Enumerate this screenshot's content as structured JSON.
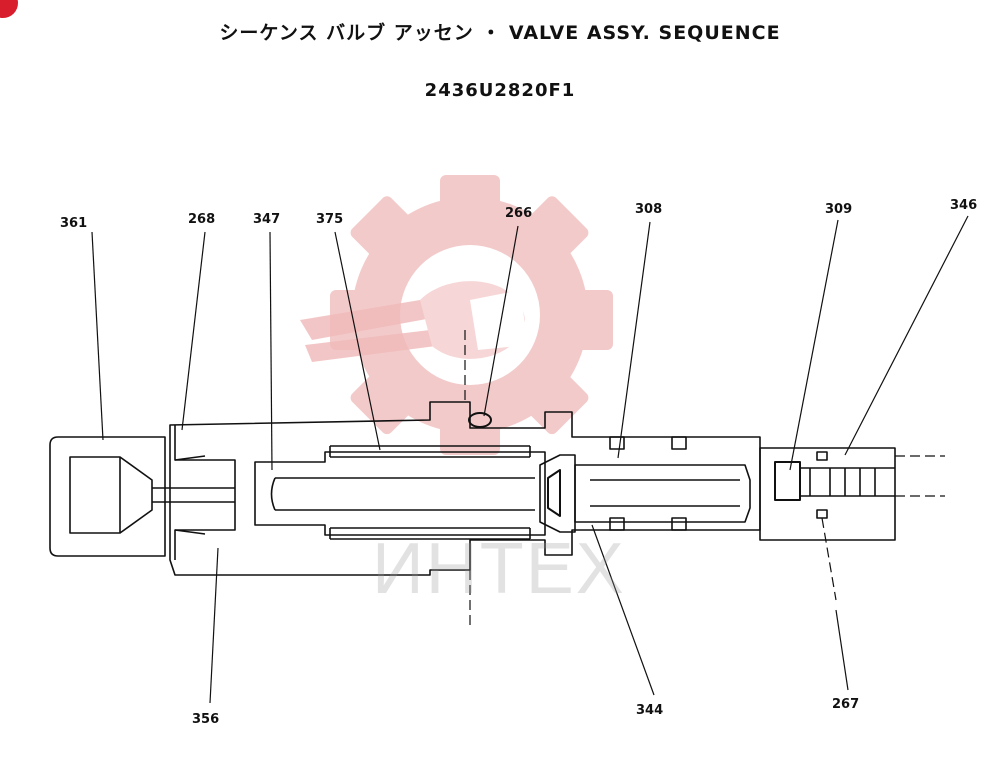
{
  "page": {
    "title": "シーケンス バルブ アッセン ・ VALVE ASSY. SEQUENCE",
    "part_number": "2436U2820F1"
  },
  "callouts": [
    {
      "id": "361",
      "label": "361"
    },
    {
      "id": "268",
      "label": "268"
    },
    {
      "id": "347",
      "label": "347"
    },
    {
      "id": "375",
      "label": "375"
    },
    {
      "id": "266",
      "label": "266"
    },
    {
      "id": "308",
      "label": "308"
    },
    {
      "id": "309",
      "label": "309"
    },
    {
      "id": "346",
      "label": "346"
    },
    {
      "id": "356",
      "label": "356"
    },
    {
      "id": "344",
      "label": "344"
    },
    {
      "id": "267",
      "label": "267"
    }
  ],
  "watermark": {
    "text": "ИНТЕХ",
    "color": "#f0b9b9"
  },
  "colors": {
    "line": "#111111",
    "badge": "#d81e2c"
  }
}
